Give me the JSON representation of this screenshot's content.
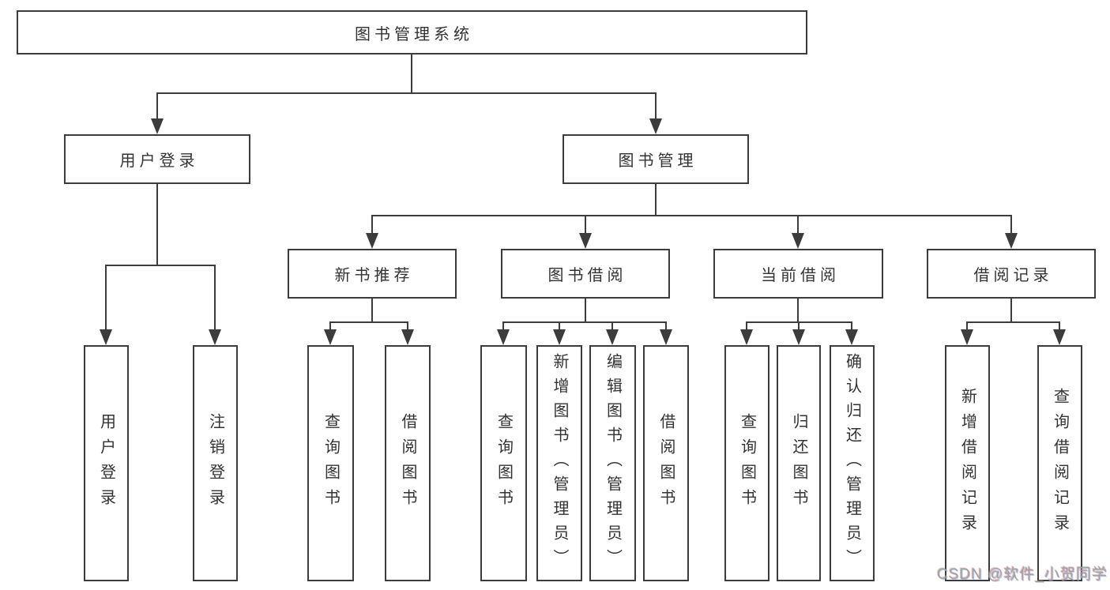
{
  "diagram_title": "图书管理系统",
  "colors": {
    "background": "#ffffff",
    "line": "#3c3c3c",
    "box_border": "#3c3c3c",
    "text": "#333333",
    "watermark": "#a0a0a0"
  },
  "nodes": {
    "root": {
      "label": "图书管理系统"
    },
    "level2": [
      {
        "label": "用户登录",
        "children": [
          {
            "label": "用户登录"
          },
          {
            "label": "注销登录"
          }
        ]
      },
      {
        "label": "图书管理",
        "children": [
          {
            "label": "新书推荐",
            "children": [
              {
                "label": "查询图书"
              },
              {
                "label": "借阅图书"
              }
            ]
          },
          {
            "label": "图书借阅",
            "children": [
              {
                "label": "查询图书"
              },
              {
                "label": "新增图书（管理员）"
              },
              {
                "label": "编辑图书（管理员）"
              },
              {
                "label": "借阅图书"
              }
            ]
          },
          {
            "label": "当前借阅",
            "children": [
              {
                "label": "查询图书"
              },
              {
                "label": "归还图书"
              },
              {
                "label": "确认归还（管理员）"
              }
            ]
          },
          {
            "label": "借阅记录",
            "children": [
              {
                "label": "新增借阅记录"
              },
              {
                "label": "查询借阅记录"
              }
            ]
          }
        ]
      }
    ]
  },
  "watermark": {
    "text": "CSDN @软件_小贺同学"
  }
}
